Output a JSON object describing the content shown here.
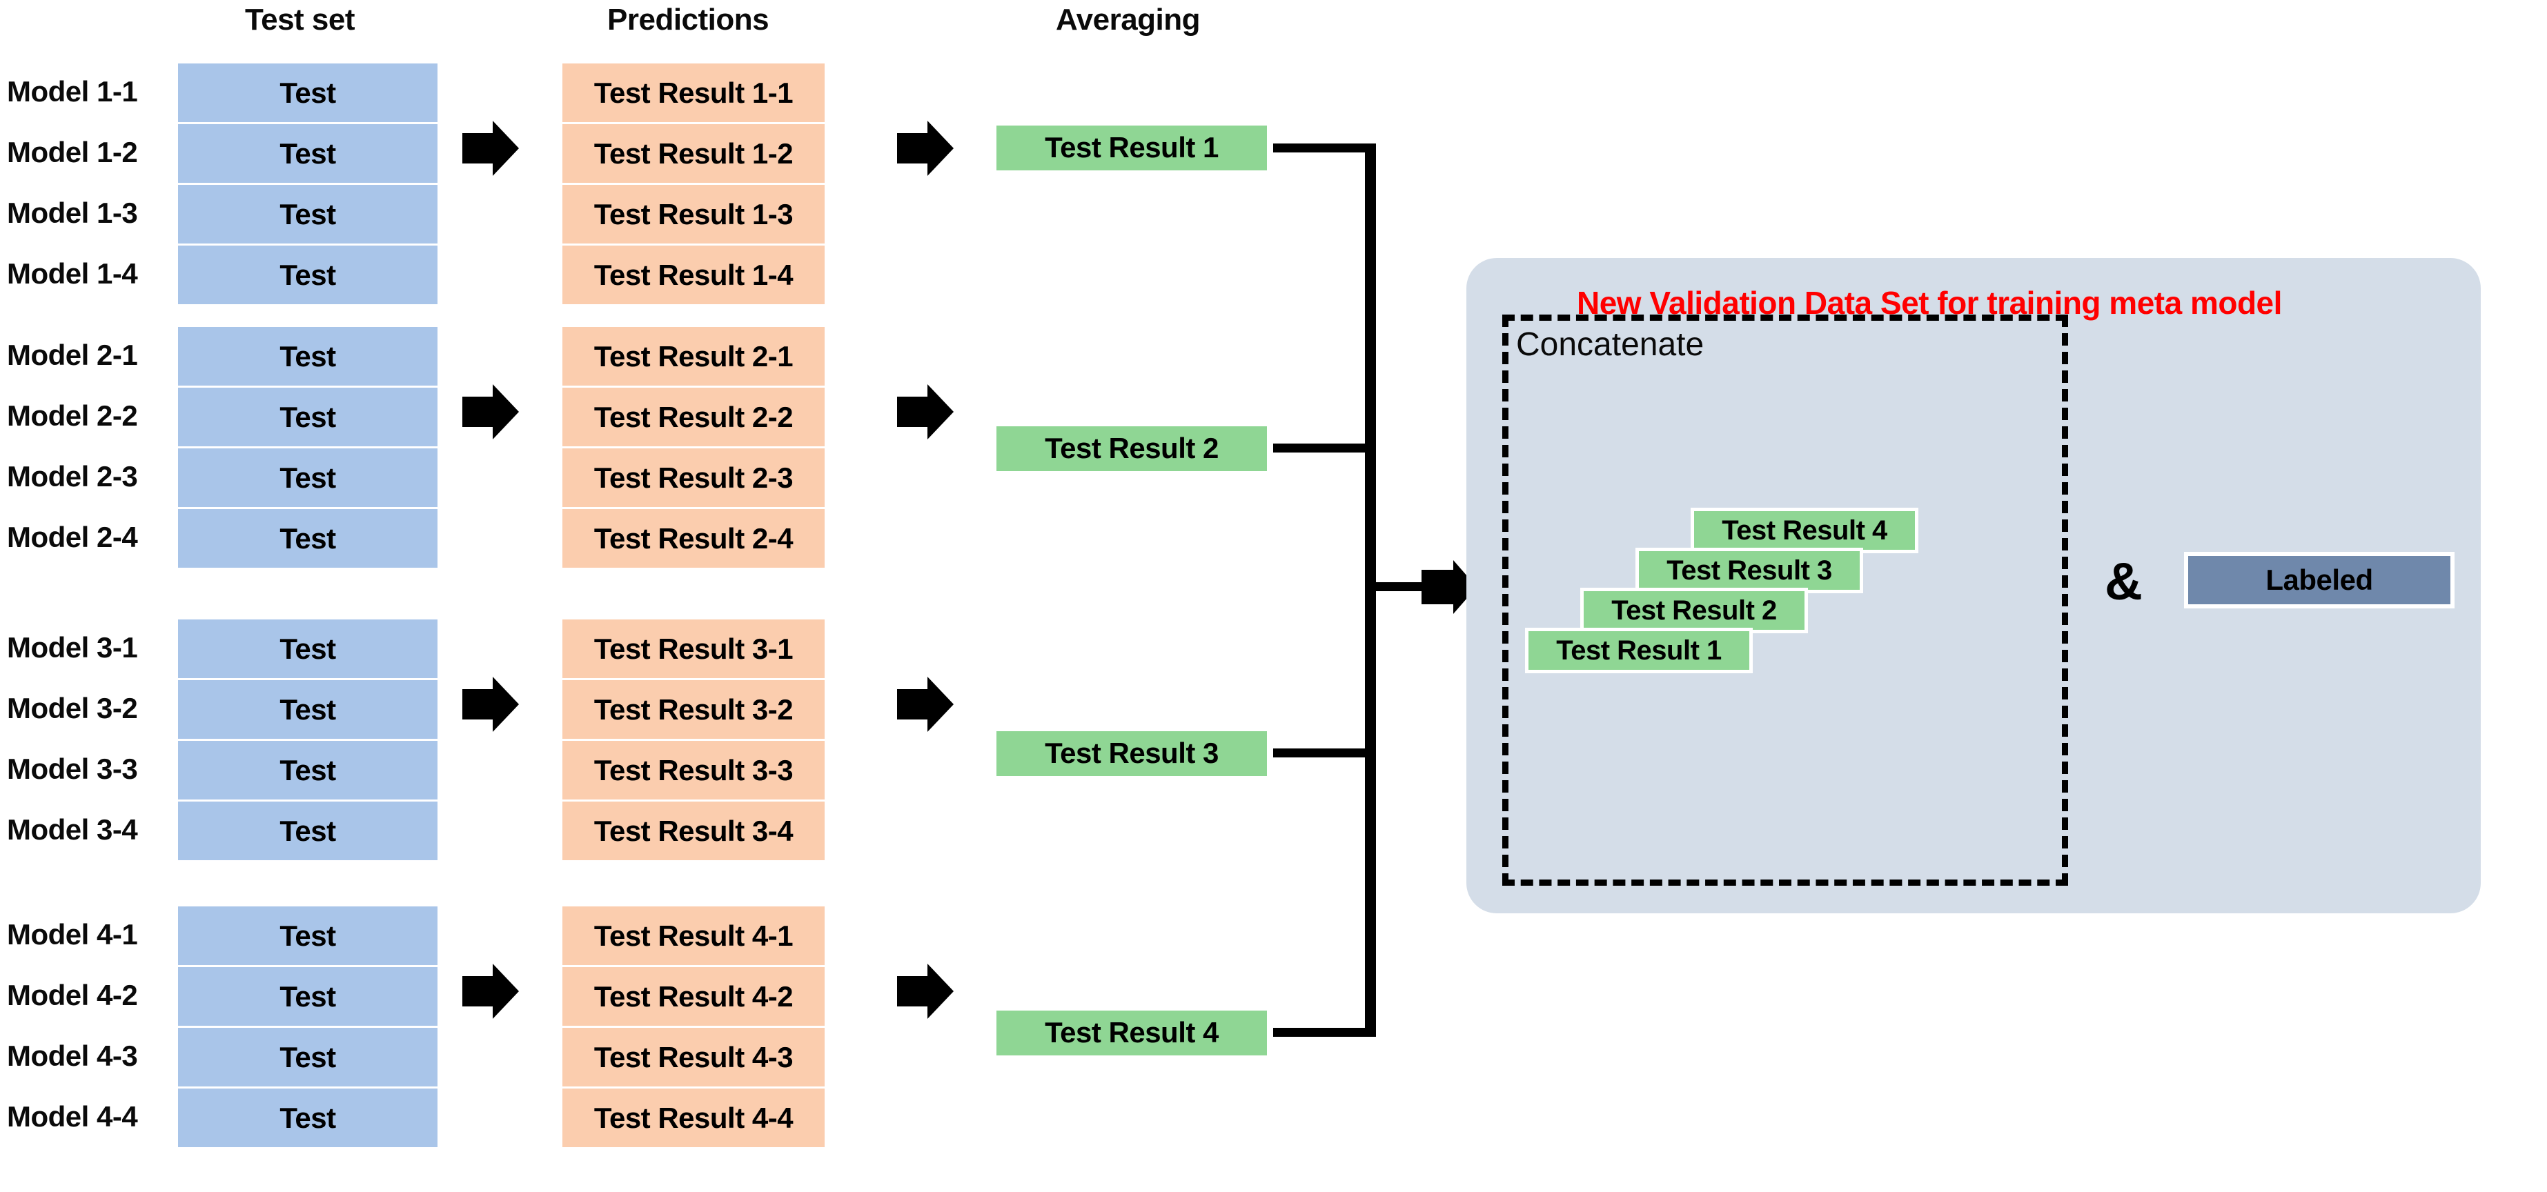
{
  "headers": {
    "test_set": "Test set",
    "predictions": "Predictions",
    "averaging": "Averaging"
  },
  "colors": {
    "test_box": "#a9c5e9",
    "prediction_box": "#fbcdae",
    "average_box": "#8fd694",
    "panel_background": "#d4dde8",
    "labeled_box": "#6f88ab",
    "panel_title_text": "#ff0000",
    "connector_line": "#000000"
  },
  "groups": [
    {
      "models": [
        "Model 1-1",
        "Model 1-2",
        "Model 1-3",
        "Model 1-4"
      ],
      "test_cells": [
        "Test",
        "Test",
        "Test",
        "Test"
      ],
      "predictions": [
        "Test Result 1-1",
        "Test Result 1-2",
        "Test Result 1-3",
        "Test Result 1-4"
      ],
      "average": "Test Result 1"
    },
    {
      "models": [
        "Model 2-1",
        "Model 2-2",
        "Model 2-3",
        "Model 2-4"
      ],
      "test_cells": [
        "Test",
        "Test",
        "Test",
        "Test"
      ],
      "predictions": [
        "Test Result 2-1",
        "Test Result 2-2",
        "Test Result 2-3",
        "Test Result 2-4"
      ],
      "average": "Test Result 2"
    },
    {
      "models": [
        "Model 3-1",
        "Model 3-2",
        "Model 3-3",
        "Model 3-4"
      ],
      "test_cells": [
        "Test",
        "Test",
        "Test",
        "Test"
      ],
      "predictions": [
        "Test Result 3-1",
        "Test Result 3-2",
        "Test Result 3-3",
        "Test Result 3-4"
      ],
      "average": "Test Result 3"
    },
    {
      "models": [
        "Model 4-1",
        "Model 4-2",
        "Model 4-3",
        "Model 4-4"
      ],
      "test_cells": [
        "Test",
        "Test",
        "Test",
        "Test"
      ],
      "predictions": [
        "Test Result 4-1",
        "Test Result 4-2",
        "Test Result 4-3",
        "Test Result 4-4"
      ],
      "average": "Test Result 4"
    }
  ],
  "panel": {
    "title": "New Validation Data Set for training meta model",
    "concatenate_label": "Concatenate",
    "stack_cards": [
      "Test Result 1",
      "Test Result 2",
      "Test Result 3",
      "Test Result 4"
    ],
    "ampersand": "&",
    "labeled": "Labeled"
  }
}
